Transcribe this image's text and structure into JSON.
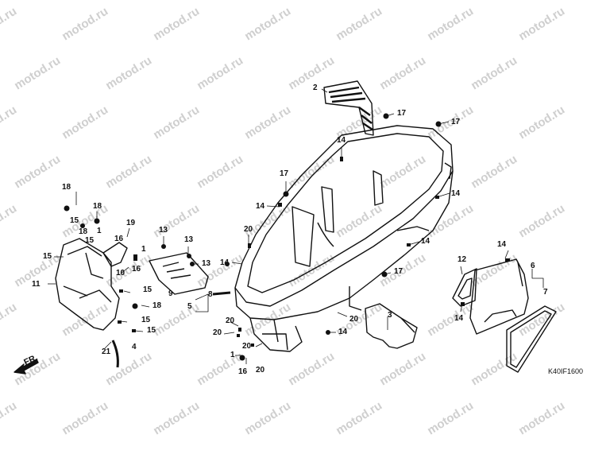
{
  "watermark": "motod.ru",
  "diagram_code": "K40IF1600",
  "direction_label": "FR.",
  "callouts": {
    "c1a": "1",
    "c1b": "1",
    "c1c": "1",
    "c2": "2",
    "c3": "3",
    "c4": "4",
    "c5": "5",
    "c6": "6",
    "c7": "7",
    "c8": "8",
    "c9": "9",
    "c10": "10",
    "c11": "11",
    "c12": "12",
    "c13a": "13",
    "c13b": "13",
    "c13c": "13",
    "c14a": "14",
    "c14b": "14",
    "c14c": "14",
    "c14d": "14",
    "c14e": "14",
    "c14f": "14",
    "c14g": "14",
    "c14h": "14",
    "c15a": "15",
    "c15b": "15",
    "c15c": "15",
    "c15d": "15",
    "c15e": "15",
    "c15f": "15",
    "c16a": "16",
    "c16b": "16",
    "c16c": "16",
    "c17a": "17",
    "c17b": "17",
    "c17c": "17",
    "c17d": "17",
    "c18a": "18",
    "c18b": "18",
    "c18c": "18",
    "c18d": "18",
    "c19": "19",
    "c20a": "20",
    "c20b": "20",
    "c20c": "20",
    "c20d": "20",
    "c20e": "20",
    "c20f": "20",
    "c21": "21"
  },
  "colors": {
    "line": "#111111",
    "watermark": "#cfcfcf",
    "background": "#ffffff"
  }
}
